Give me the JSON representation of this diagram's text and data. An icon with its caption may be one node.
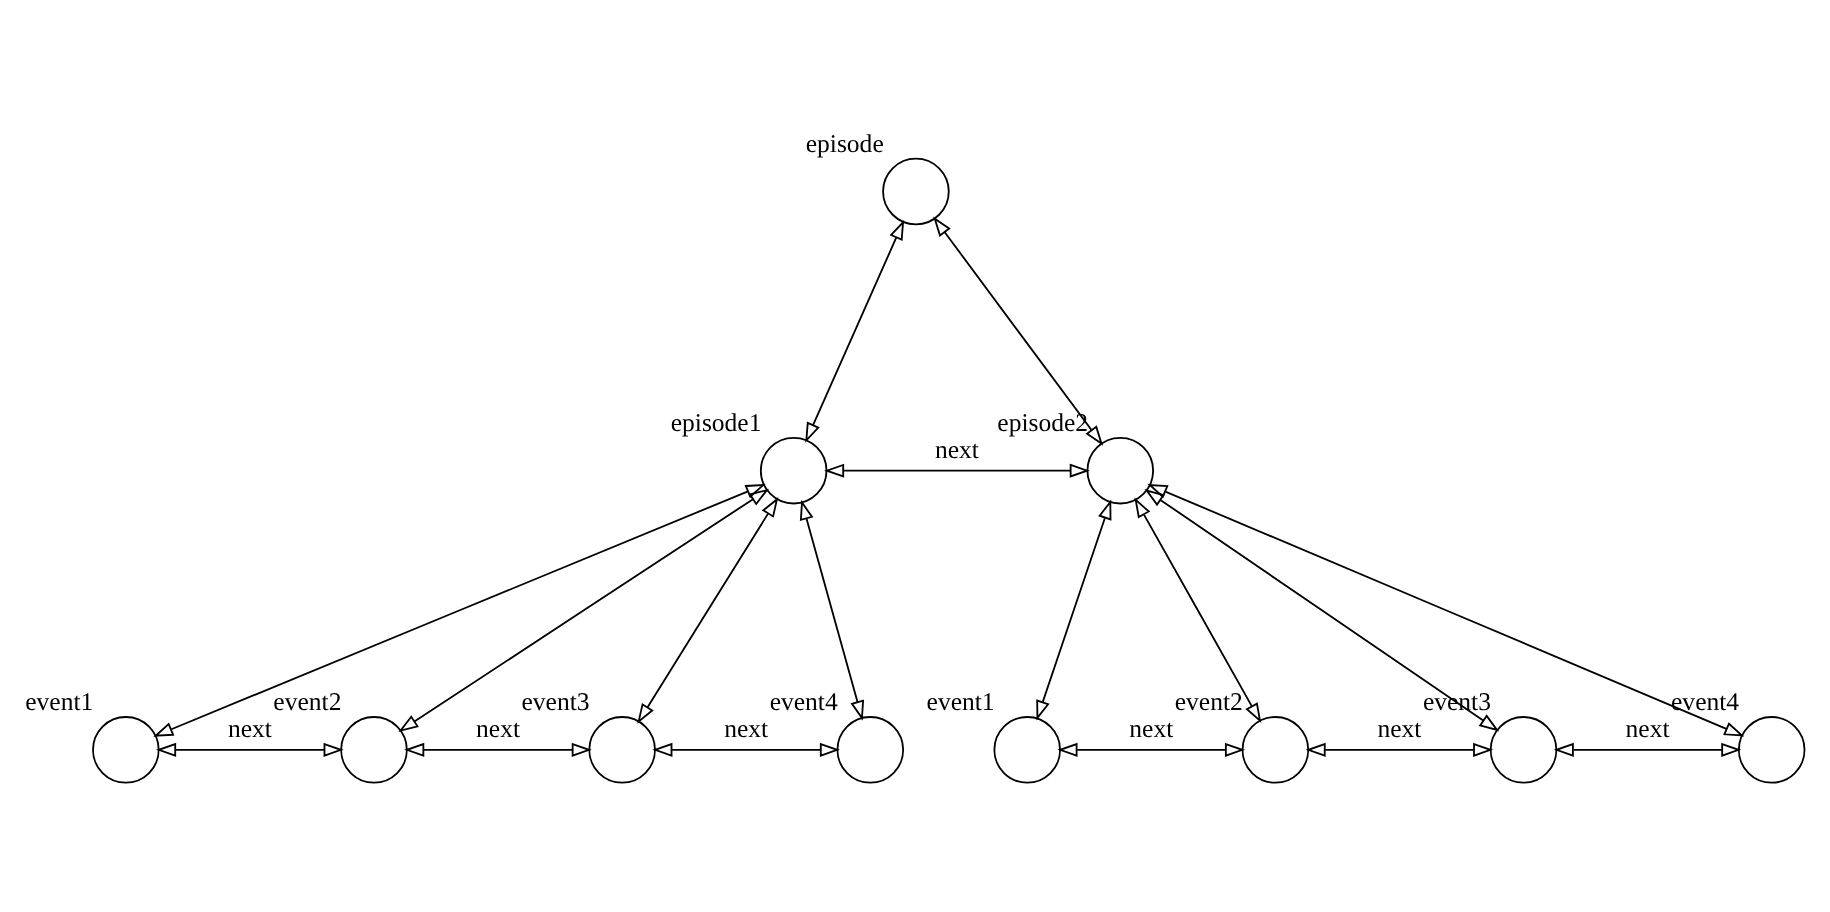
{
  "diagram": {
    "nodes": [
      {
        "text": [
          "episode"
        ]
      },
      {
        "text": [
          "episode1"
        ]
      },
      {
        "text": [
          "episode2"
        ]
      },
      {
        "text": [
          "event1"
        ]
      },
      {
        "text": [
          "event2"
        ]
      },
      {
        "text": [
          "event3"
        ]
      },
      {
        "text": [
          "event4"
        ]
      },
      {
        "text": [
          "event1"
        ]
      },
      {
        "text": [
          "event2"
        ]
      },
      {
        "text": [
          "event3"
        ]
      },
      {
        "text": [
          "event4"
        ]
      }
    ],
    "edges": [
      {
        "from": 0,
        "to": 1,
        "arrow": "both"
      },
      {
        "from": 0,
        "to": 2,
        "arrow": "both"
      },
      {
        "from": 1,
        "to": 2,
        "arrow": "both",
        "label": "next"
      },
      {
        "from": 1,
        "to": 3,
        "arrow": "both"
      },
      {
        "from": 1,
        "to": 4,
        "arrow": "both"
      },
      {
        "from": 1,
        "to": 5,
        "arrow": "both"
      },
      {
        "from": 1,
        "to": 6,
        "arrow": "both"
      },
      {
        "from": 3,
        "to": 4,
        "arrow": "both",
        "label": "next"
      },
      {
        "from": 4,
        "to": 5,
        "arrow": "both",
        "label": "next"
      },
      {
        "from": 5,
        "to": 6,
        "arrow": "both",
        "label": "next"
      },
      {
        "from": 2,
        "to": 7,
        "arrow": "both"
      },
      {
        "from": 2,
        "to": 8,
        "arrow": "both"
      },
      {
        "from": 2,
        "to": 9,
        "arrow": "both"
      },
      {
        "from": 2,
        "to": 10,
        "arrow": "both"
      },
      {
        "from": 7,
        "to": 8,
        "arrow": "both",
        "label": "next"
      },
      {
        "from": 8,
        "to": 9,
        "arrow": "both",
        "label": "next"
      },
      {
        "from": 9,
        "to": 10,
        "arrow": "both",
        "label": "next"
      }
    ]
  }
}
